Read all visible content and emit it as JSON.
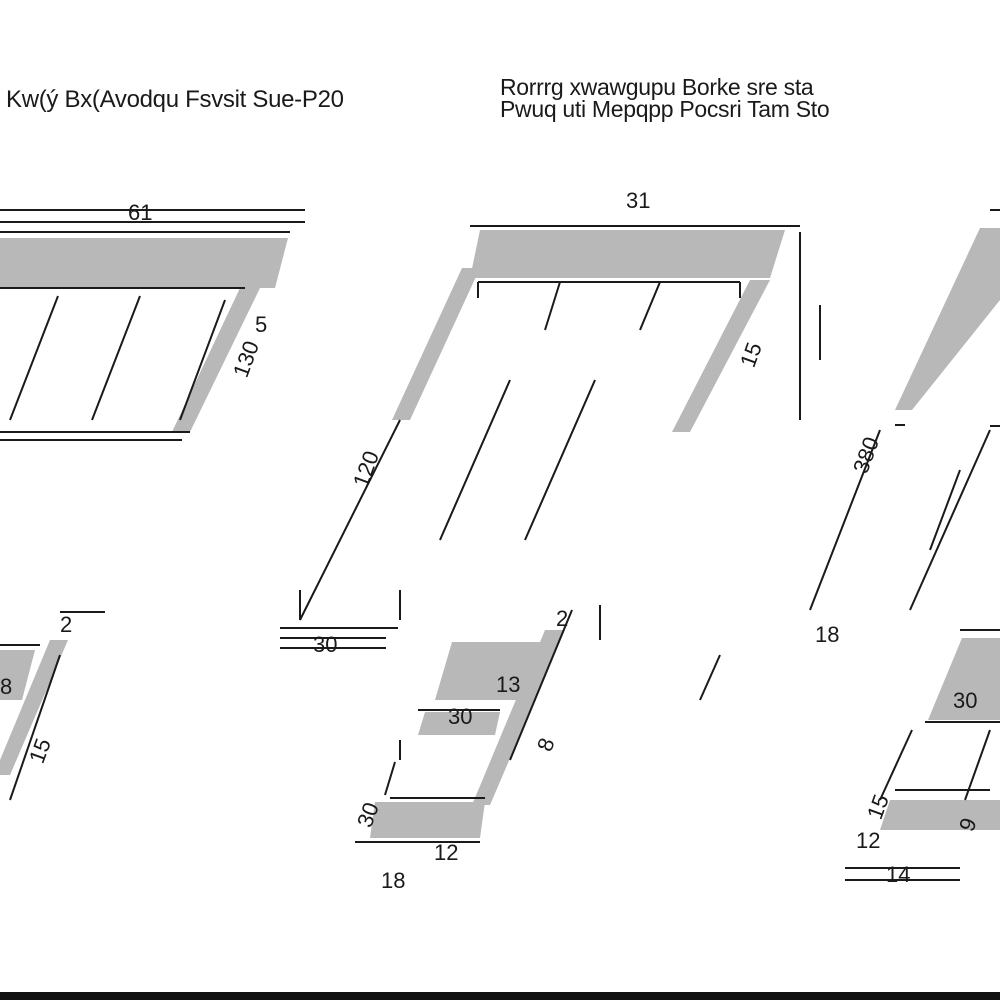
{
  "titles": {
    "left": "Kw(ý Bx(Avodqu Fsvsit Sue-P20",
    "right_line1": "Rorrrg xwawgupu Borke sre sta",
    "right_line2": "Pwuq uti Mepqpp Pocsri Tam Sto"
  },
  "dimensions": {
    "top_left_width": "61",
    "top_left_side": "130",
    "top_left_side_mark": "5",
    "top_mid_width": "31",
    "top_mid_side": "15",
    "top_mid_rise": "120",
    "top_mid_base": "30",
    "top_right_rise": "380",
    "mid_right_label": "18",
    "bot_left_top": "2",
    "bot_left_inner": "8",
    "bot_left_side": "15",
    "bot_mid_top": "2",
    "bot_mid_step": "13",
    "bot_mid_inner": "30",
    "bot_mid_side": "8",
    "bot_mid_lower": "30",
    "bot_mid_base_a": "18",
    "bot_mid_base_b": "12",
    "bot_right_inner": "30",
    "bot_right_side": "9",
    "bot_right_lower": "15",
    "bot_right_base_a": "12",
    "bot_right_base_b": "14"
  },
  "colors": {
    "fill": "#b8b8b8",
    "line": "#1a1a1a"
  }
}
